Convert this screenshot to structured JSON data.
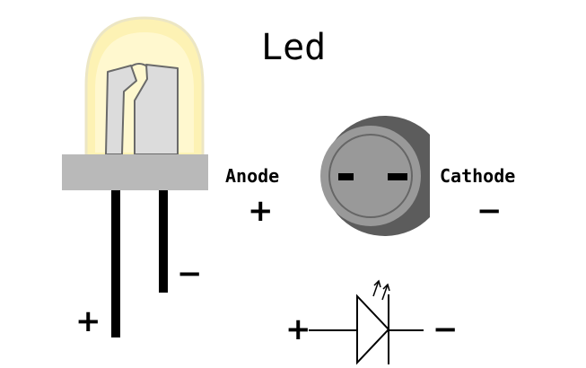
{
  "title": "Led",
  "anode": {
    "label": "Anode",
    "sign": "+"
  },
  "cathode": {
    "label": "Cathode",
    "sign": "−"
  },
  "legs": {
    "long_sign": "+",
    "short_sign": "−"
  },
  "symbol": {
    "plus": "+",
    "minus": "−"
  },
  "colors": {
    "led_glow": "#fdf2b4",
    "led_outline": "#ededd6",
    "led_base": "#b9b9b9",
    "lead_wire": "#000000",
    "internal_metal": "#dcdcdc",
    "top_view_ring": "#5c5c5c",
    "top_view_face": "#999999"
  },
  "icons": [
    "led-body-icon",
    "led-top-view-icon",
    "led-schematic-symbol-icon"
  ]
}
